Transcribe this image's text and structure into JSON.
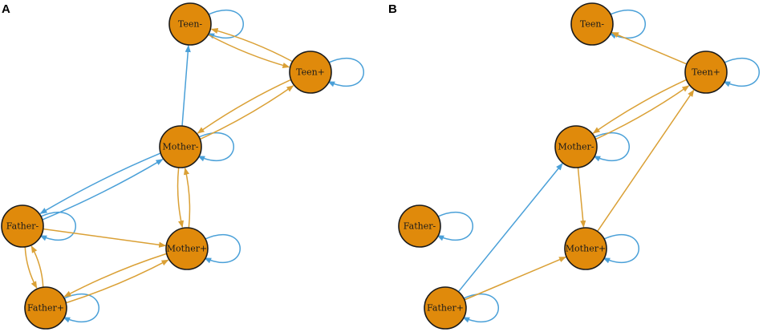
{
  "colors": {
    "node_fill": "#e08a0b",
    "positive_edge": "#daa035",
    "negative_edge": "#4aa0d8"
  },
  "panels": [
    {
      "label": "A",
      "nodes": [
        {
          "id": "teen_neg",
          "label": "Teen-"
        },
        {
          "id": "teen_pos",
          "label": "Teen+"
        },
        {
          "id": "mother_neg",
          "label": "Mother-"
        },
        {
          "id": "father_neg",
          "label": "Father-"
        },
        {
          "id": "mother_pos",
          "label": "Mother+"
        },
        {
          "id": "father_pos",
          "label": "Father+"
        }
      ],
      "edges": [
        {
          "from": "teen_neg",
          "to": "teen_neg",
          "color": "negative"
        },
        {
          "from": "teen_pos",
          "to": "teen_pos",
          "color": "negative"
        },
        {
          "from": "mother_neg",
          "to": "mother_neg",
          "color": "negative"
        },
        {
          "from": "father_neg",
          "to": "father_neg",
          "color": "negative"
        },
        {
          "from": "mother_pos",
          "to": "mother_pos",
          "color": "negative"
        },
        {
          "from": "father_pos",
          "to": "father_pos",
          "color": "negative"
        },
        {
          "from": "teen_neg",
          "to": "teen_pos",
          "color": "positive"
        },
        {
          "from": "teen_pos",
          "to": "teen_neg",
          "color": "positive"
        },
        {
          "from": "mother_neg",
          "to": "teen_neg",
          "color": "negative"
        },
        {
          "from": "mother_neg",
          "to": "teen_pos",
          "color": "positive"
        },
        {
          "from": "teen_pos",
          "to": "mother_neg",
          "color": "positive"
        },
        {
          "from": "mother_neg",
          "to": "father_neg",
          "color": "negative"
        },
        {
          "from": "father_neg",
          "to": "mother_neg",
          "color": "negative"
        },
        {
          "from": "mother_neg",
          "to": "mother_pos",
          "color": "positive"
        },
        {
          "from": "mother_pos",
          "to": "mother_neg",
          "color": "positive"
        },
        {
          "from": "father_neg",
          "to": "mother_pos",
          "color": "positive"
        },
        {
          "from": "father_neg",
          "to": "father_pos",
          "color": "positive"
        },
        {
          "from": "father_pos",
          "to": "father_neg",
          "color": "positive"
        },
        {
          "from": "father_pos",
          "to": "mother_pos",
          "color": "positive"
        },
        {
          "from": "mother_pos",
          "to": "father_pos",
          "color": "positive"
        }
      ]
    },
    {
      "label": "B",
      "nodes": [
        {
          "id": "teen_neg",
          "label": "Teen-"
        },
        {
          "id": "teen_pos",
          "label": "Teen+"
        },
        {
          "id": "mother_neg",
          "label": "Mother-"
        },
        {
          "id": "father_neg",
          "label": "Father-"
        },
        {
          "id": "mother_pos",
          "label": "Mother+"
        },
        {
          "id": "father_pos",
          "label": "Father+"
        }
      ],
      "edges": [
        {
          "from": "teen_neg",
          "to": "teen_neg",
          "color": "negative"
        },
        {
          "from": "teen_pos",
          "to": "teen_pos",
          "color": "negative"
        },
        {
          "from": "mother_neg",
          "to": "mother_neg",
          "color": "negative"
        },
        {
          "from": "father_neg",
          "to": "father_neg",
          "color": "negative"
        },
        {
          "from": "mother_pos",
          "to": "mother_pos",
          "color": "negative"
        },
        {
          "from": "father_pos",
          "to": "father_pos",
          "color": "negative"
        },
        {
          "from": "teen_pos",
          "to": "teen_neg",
          "color": "positive"
        },
        {
          "from": "teen_pos",
          "to": "mother_neg",
          "color": "positive"
        },
        {
          "from": "mother_neg",
          "to": "teen_pos",
          "color": "positive"
        },
        {
          "from": "mother_neg",
          "to": "mother_pos",
          "color": "positive"
        },
        {
          "from": "mother_pos",
          "to": "teen_pos",
          "color": "positive"
        },
        {
          "from": "father_pos",
          "to": "mother_neg",
          "color": "negative"
        },
        {
          "from": "father_pos",
          "to": "mother_pos",
          "color": "positive"
        }
      ]
    }
  ]
}
